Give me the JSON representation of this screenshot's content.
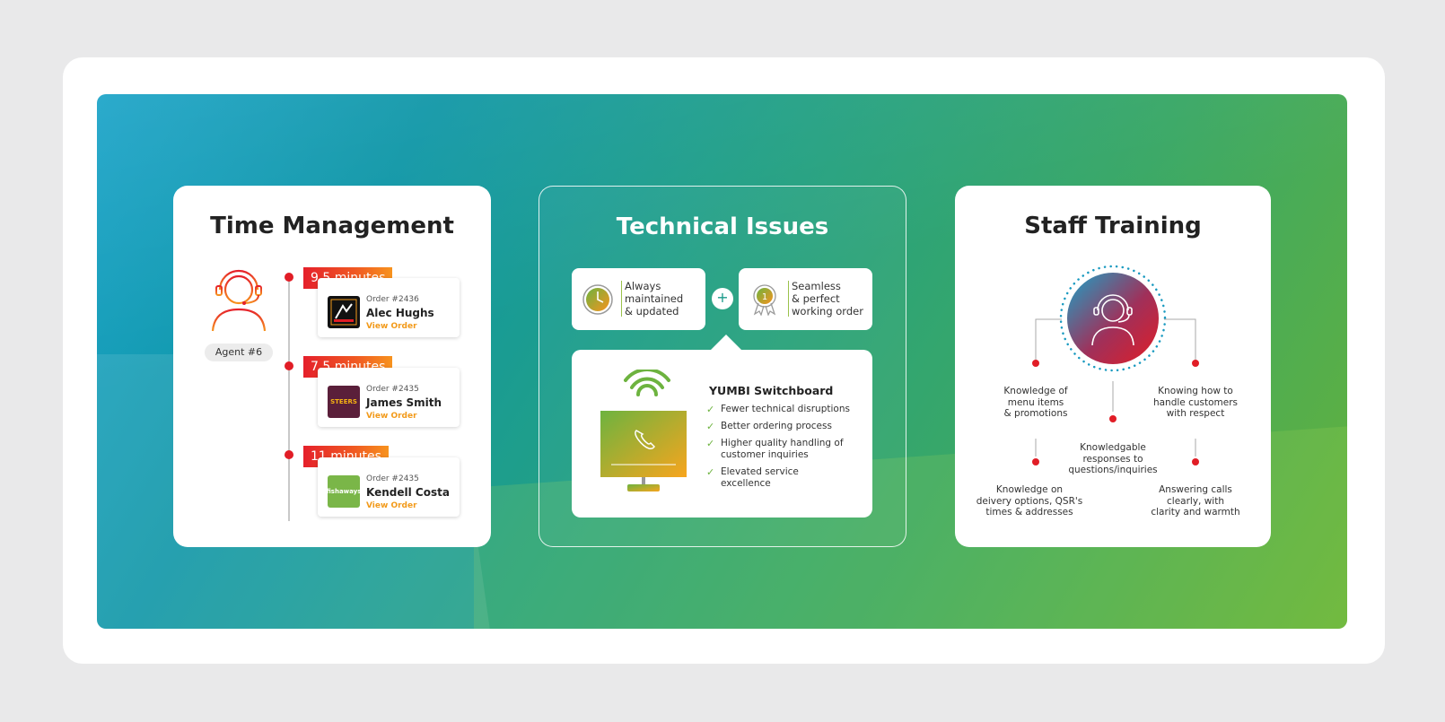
{
  "time_management": {
    "title": "Time Management",
    "agent_label": "Agent #6",
    "icon": "agent-headset-icon",
    "orders": [
      {
        "duration": "9.5 minutes",
        "order_number": "Order #2436",
        "customer": "Alec Hughs",
        "link": "View Order",
        "brand_logo": "debonairs-pizza-logo"
      },
      {
        "duration": "7.5 minutes",
        "order_number": "Order #2435",
        "customer": "James Smith",
        "link": "View Order",
        "brand_logo": "steers-logo",
        "brand_text": "STEERS"
      },
      {
        "duration": "11 minutes",
        "order_number": "Order #2435",
        "customer": "Kendell Costa",
        "link": "View Order",
        "brand_logo": "fishaways-logo",
        "brand_text": "fishaways"
      }
    ]
  },
  "technical_issues": {
    "title": "Technical Issues",
    "feature_left": {
      "icon": "clock-icon",
      "lines": [
        "Always",
        "maintained",
        "& updated"
      ]
    },
    "feature_right": {
      "icon": "award-ribbon-icon",
      "lines": [
        "Seamless",
        "& perfect",
        "working order"
      ]
    },
    "plus": "+",
    "switchboard_title": "YUMBI Switchboard",
    "benefits": [
      "Fewer technical disruptions",
      "Better ordering process",
      "Higher quality handling of customer inquiries",
      "Elevated service excellence"
    ]
  },
  "staff_training": {
    "title": "Staff Training",
    "icon": "agent-headset-icon",
    "points": {
      "top_left": [
        "Knowledge of",
        "menu items",
        "& promotions"
      ],
      "top_right": [
        "Knowing how to",
        "handle customers",
        "with respect"
      ],
      "center": [
        "Knowledgable",
        "responses to",
        "questions/inquiries"
      ],
      "bottom_left": [
        "Knowledge on",
        "deivery options,  QSR's",
        "times & addresses"
      ],
      "bottom_right": [
        "Answering calls",
        "clearly, with",
        "clarity and warmth"
      ]
    }
  },
  "colors": {
    "accent_red": "#e11d26",
    "accent_orange": "#f7931e",
    "accent_green": "#6db33f",
    "teal": "#0e96a6"
  }
}
